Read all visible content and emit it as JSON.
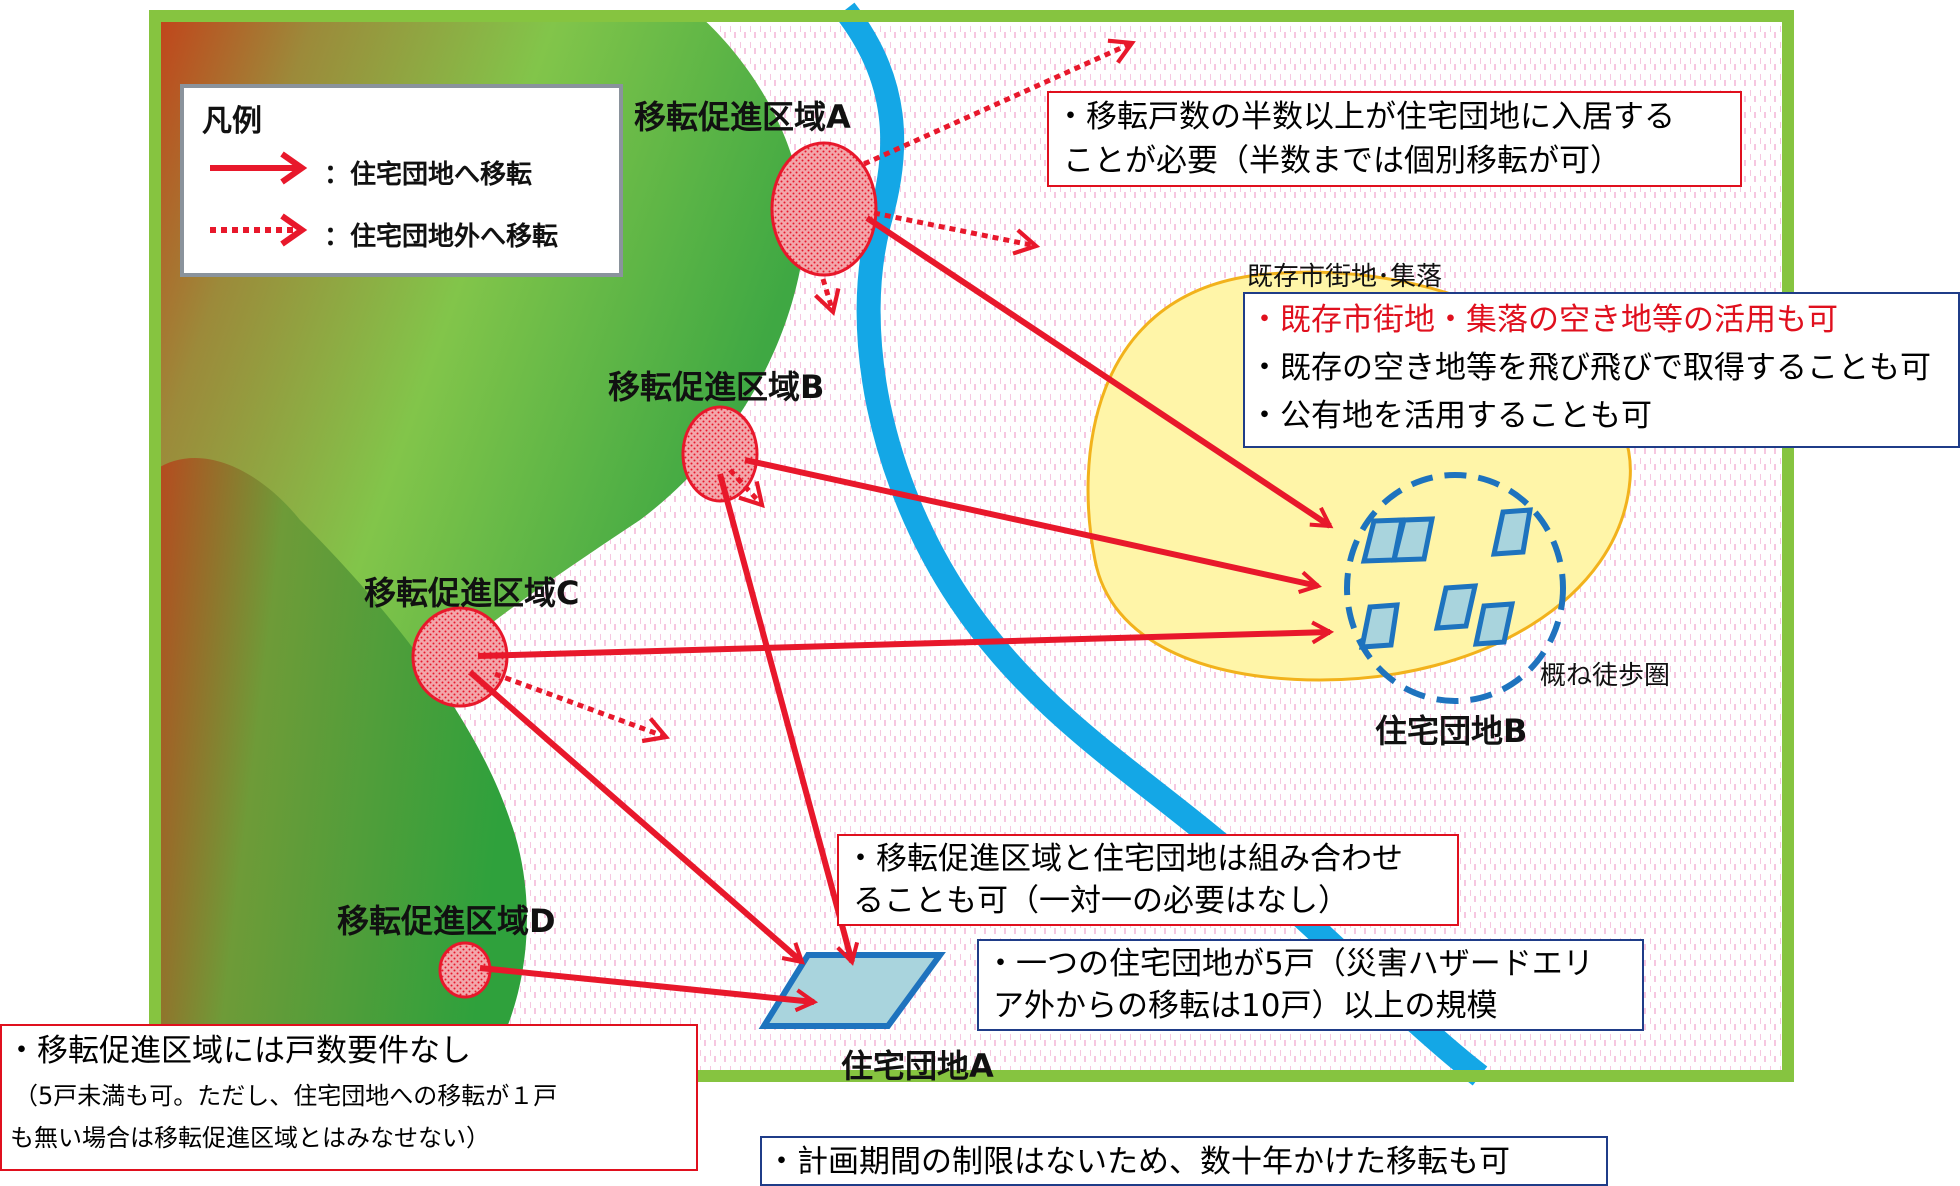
{
  "legend": {
    "title": "凡例",
    "solid_label": "：住宅団地へ移転",
    "dotted_label": "：住宅団地外へ移転"
  },
  "areas": {
    "a": "移転促進区域A",
    "b": "移転促進区域B",
    "c": "移転促進区域C",
    "d": "移転促進区域D"
  },
  "estates": {
    "a": "住宅団地A",
    "b": "住宅団地B"
  },
  "labels": {
    "existing_town": "既存市街地･集落",
    "walking_range": "概ね徒歩圏"
  },
  "notes": {
    "half_rule": [
      "・移転戸数の半数以上が住宅団地に入居する",
      "ことが必要（半数までは個別移転が可）"
    ],
    "existing_use_red": "・既存市街地・集落の空き地等の活用も可",
    "existing_use_rest": [
      "・既存の空き地等を飛び飛びで取得することも可",
      "・公有地を活用することも可"
    ],
    "combination": [
      "・移転促進区域と住宅団地は組み合わせ",
      "ることも可（一対一の必要はなし）"
    ],
    "scale": [
      "・一つの住宅団地が5戸（災害ハザードエリ",
      "ア外からの移転は10戸）以上の規模"
    ],
    "no_count_req": [
      "・移転促進区域には戸数要件なし",
      "（5戸未満も可。ただし、住宅団地への移転が１戸",
      "も無い場合は移転促進区域とはみなせない）"
    ],
    "period": "・計画期間の制限はないため、数十年かけた移転も可"
  },
  "colors": {
    "frame_green": "#86c440",
    "arrow_red": "#e8182b",
    "river_blue": "#14a7e6",
    "town_yellow": "#fff5a8",
    "estate_fill": "#a9d4dd",
    "estate_stroke": "#1e73be",
    "note_red": "#e0101e",
    "note_blue": "#1f3c88"
  }
}
